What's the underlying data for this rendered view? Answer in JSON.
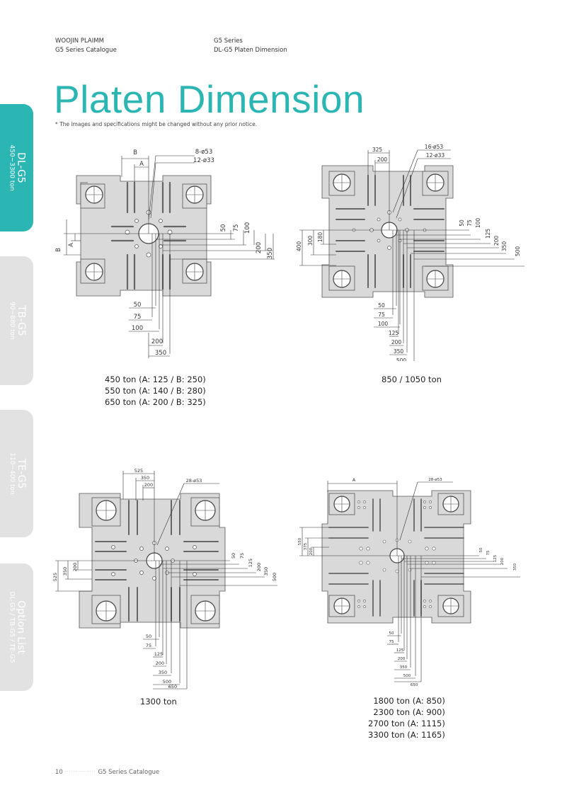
{
  "header": {
    "company": "WOOJIN PLAIMM",
    "catalogue": "G5 Series Catalogue",
    "series": "G5 Series",
    "section": "DL-G5 Platen Dimension"
  },
  "page_title": "Platen Dimension",
  "notice": "* The images and specifications might be changed without any prior notice.",
  "tabs": [
    {
      "name": "DL-G5",
      "range": "450~3300 ton"
    },
    {
      "name": "TB-G5",
      "range": "90~880 ton"
    },
    {
      "name": "TE-G5",
      "range": "110~400 ton"
    },
    {
      "name": "Option List",
      "range": "DL-G5 / TB-G5 / TE-G5"
    }
  ],
  "figures": {
    "fig1": {
      "labels": {
        "top_b": "B",
        "top_a": "A",
        "holes1": "8-ø53",
        "holes2": "12-ø33",
        "left_b": "B",
        "left_a": "A",
        "r50": "50",
        "r75": "75",
        "r100": "100",
        "r200": "200",
        "r350": "350",
        "b50": "50",
        "b75": "75",
        "b100": "100",
        "b200": "200",
        "b350": "350"
      },
      "captions": [
        "450 ton (A: 125 / B: 250)",
        "550 ton (A: 140 / B: 280)",
        "650 ton (A: 200 / B: 325)"
      ]
    },
    "fig2": {
      "labels": {
        "t325": "325",
        "t200": "200",
        "holes1": "16-ø53",
        "holes2": "12-ø33",
        "l400": "400",
        "l300": "300",
        "l180": "180",
        "r50": "50",
        "r75": "75",
        "r100": "100",
        "r125": "125",
        "r200": "200",
        "r350": "350",
        "r500": "500",
        "b50": "50",
        "b75": "75",
        "b100": "100",
        "b125": "125",
        "b200": "200",
        "b350": "350",
        "b500": "500"
      },
      "captions": [
        "850 / 1050 ton"
      ]
    },
    "fig3": {
      "labels": {
        "t525": "525",
        "t350": "350",
        "t200": "200",
        "holes1": "28-ø53",
        "l525": "525",
        "l350": "350",
        "l200": "200",
        "r50": "50",
        "r75": "75",
        "r125": "125",
        "r200": "200",
        "r350": "350",
        "r500": "500",
        "b50": "50",
        "b75": "75",
        "b125": "125",
        "b200": "200",
        "b350": "350",
        "b500": "500",
        "b650": "650"
      },
      "captions": [
        "1300 ton"
      ]
    },
    "fig4": {
      "labels": {
        "tA": "A",
        "holes1": "28-ø53",
        "l550": "550",
        "l375": "375",
        "l200": "200",
        "r50": "50",
        "r75": "75",
        "r125": "125",
        "r200": "200",
        "r350": "350",
        "b50": "50",
        "b75": "75",
        "b125": "125",
        "b200": "200",
        "b350": "350",
        "b500": "500",
        "b650": "650"
      },
      "captions": [
        "1800 ton (A: 850)",
        "2300 ton (A: 900)",
        "2700 ton (A: 1115)",
        "3300 ton (A: 1165)"
      ]
    }
  },
  "footer": {
    "page": "10",
    "dots": "···············",
    "text": "G5 Series Catalogue"
  }
}
